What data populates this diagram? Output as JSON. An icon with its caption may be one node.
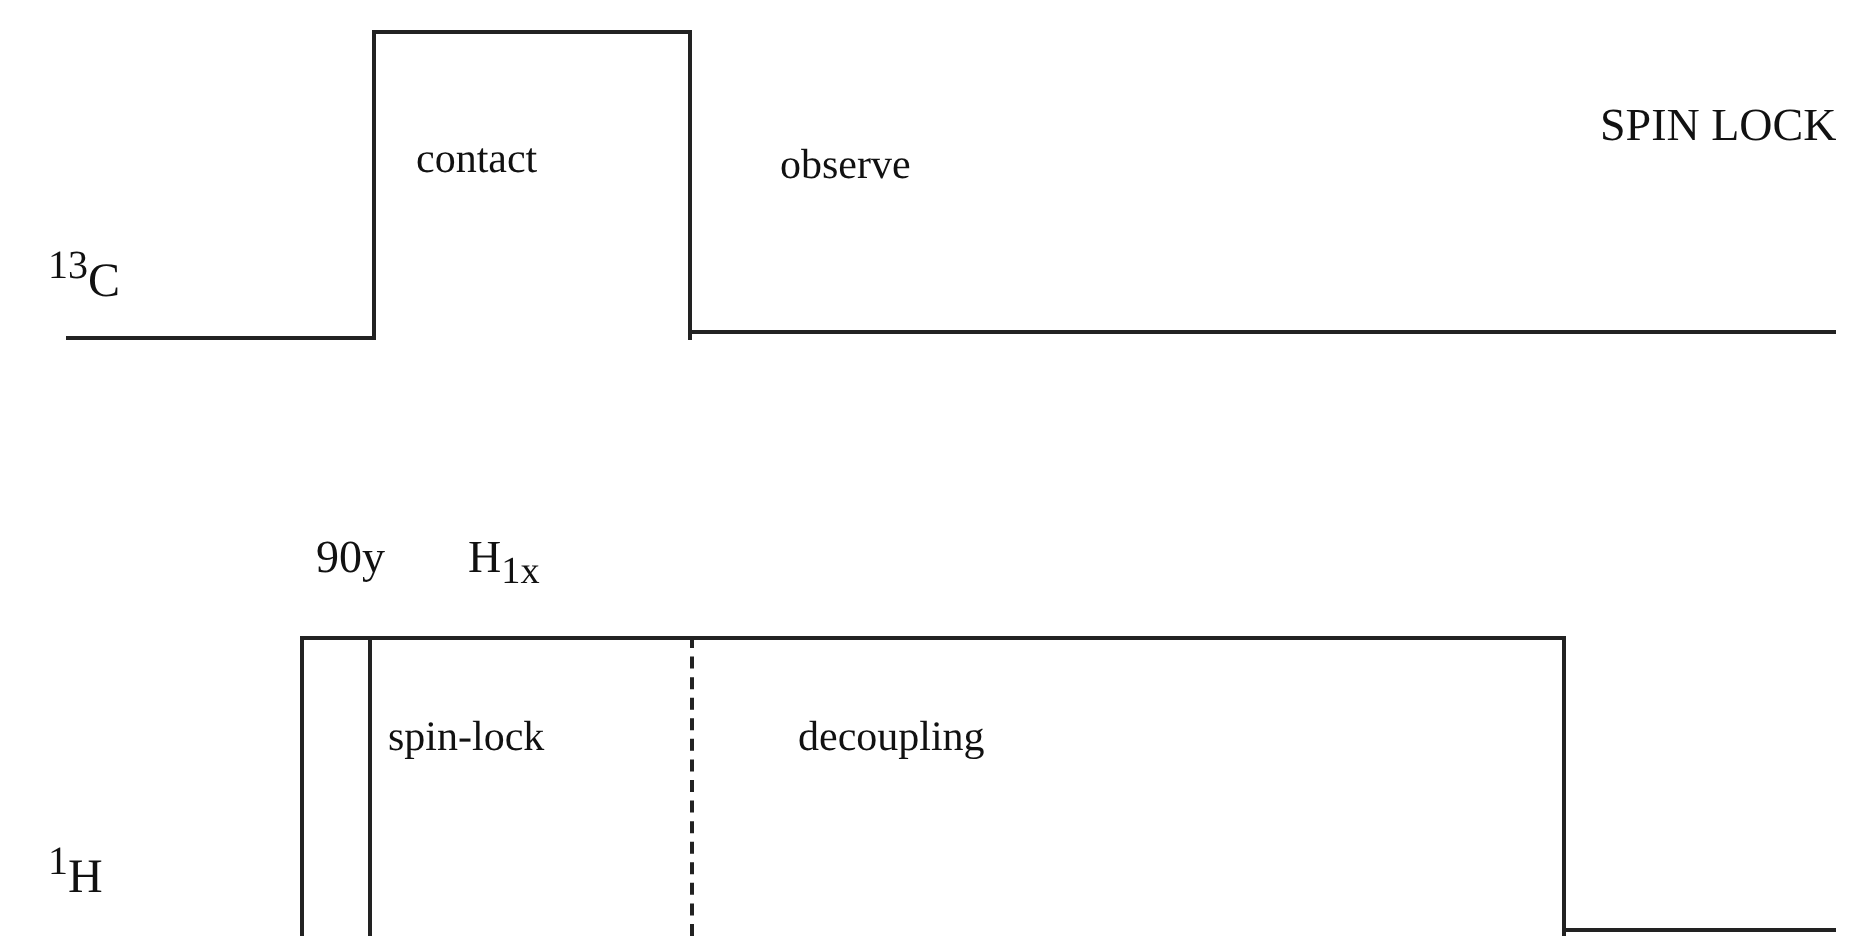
{
  "diagram": {
    "nodes": [
      {
        "text": [
          "contact"
        ]
      },
      {
        "text": [
          "90y"
        ]
      },
      {
        "text": [
          "H$_{1x}$",
          "spin-lock"
        ]
      },
      {
        "text": [
          "decoupling"
        ]
      }
    ],
    "labels": [
      "SPIN LOCK",
      "$^{13}$C",
      "observe",
      "$^{1}$H"
    ]
  }
}
